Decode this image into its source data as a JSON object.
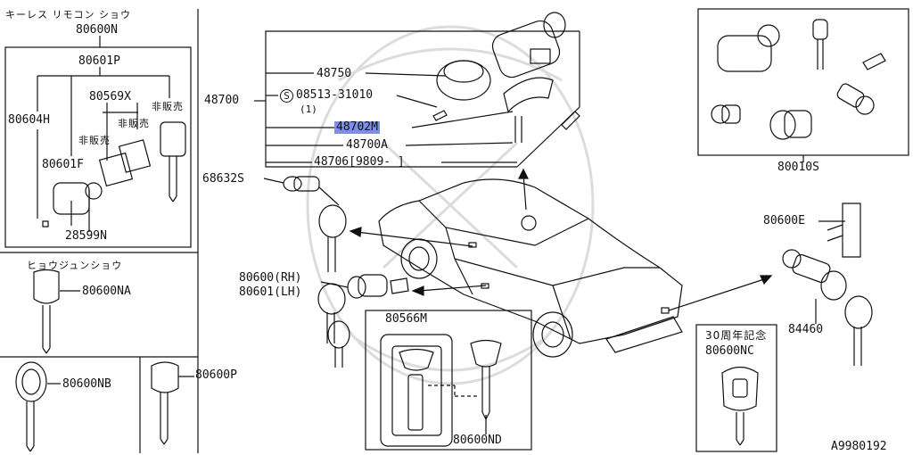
{
  "labels": {
    "keyless_title": "キーレス リモコン ショウ",
    "keyless_set": "80600N",
    "fob_assy": "80601P",
    "fob_case": "80569X",
    "not_sold_1": "非販売",
    "not_sold_2": "非販売",
    "not_sold_3": "非販売",
    "screw": "80604H",
    "fob_front": "80601F",
    "battery": "28599N",
    "standard_title": "ヒョウジュンショウ",
    "key_na": "80600NA",
    "key_nb": "80600NB",
    "key_p": "80600P",
    "ign_group": "48700",
    "ign_switch": "48750",
    "bolt_code": "08513-31010",
    "bolt_symbol": "S",
    "bolt_qty": "(1)",
    "highlighted_part": "48702M",
    "ign_part_a": "48700A",
    "ign_bracket": "48706[9809- ]",
    "trunk_cyl": "68632S",
    "door_cyl_rh": "80600(RH)",
    "door_cyl_lh": "80601(LH)",
    "cyl_set": "80010S",
    "door_cyl_kit": "80600E",
    "rear_cyl": "84460",
    "key_card": "80566M",
    "key_nd": "80600ND",
    "anniv_title": "30周年記念",
    "key_nc": "80600NC",
    "diagram_code": "A9980192"
  },
  "colors": {
    "line": "#111111",
    "highlight": "#7f8fe8",
    "watermark": "#d9d9d9"
  }
}
